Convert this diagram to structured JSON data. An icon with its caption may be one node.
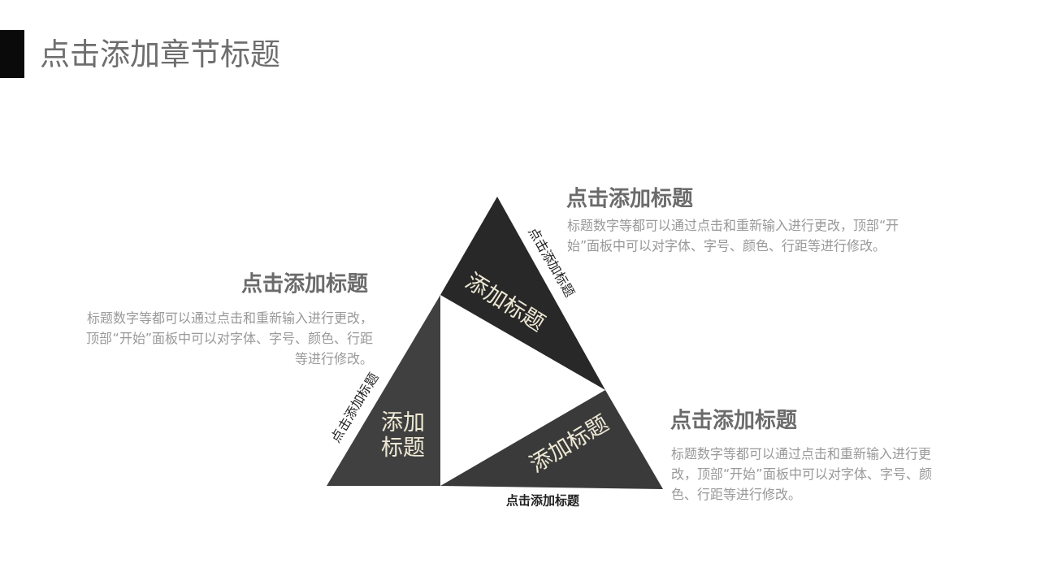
{
  "diagram": {
    "title": "点击添加章节标题",
    "nodes": [
      {
        "text": [
          "添加标题"
        ],
        "beside": [
          "点击添加标题",
          "标题数字等都可以通过点击和重新输入进行更改，顶部“开始”面板中可以对字体、字号、颜色、行距等进行修改。",
          "点击添加标题"
        ]
      },
      {
        "text": [
          "添加标题"
        ],
        "beside": [
          "点击添加标题",
          "标题数字等都可以通过点击和重新输入进行更改，顶部“开始”面板中可以对字体、字号、颜色、行距等进行修改。",
          "点击添加标题"
        ]
      },
      {
        "text": [
          "添加标题"
        ],
        "beside": [
          "点击添加标题",
          "标题数字等都可以通过点击和重新输入进行更改，顶部“开始”面板中可以对字体、字号、颜色、行距等进行修改。",
          "点击添加标题"
        ]
      }
    ]
  }
}
